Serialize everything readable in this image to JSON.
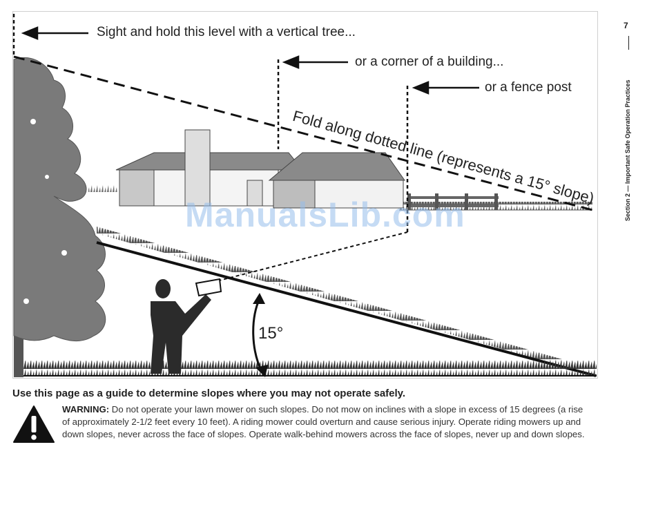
{
  "illustration": {
    "sight_label": "Sight and hold this level with a vertical tree...",
    "corner_label": "or a corner of a building...",
    "fence_label": "or a fence post",
    "fold_label": "Fold along dotted line (represents a 15° slope)",
    "angle_label": "15°"
  },
  "watermark": "ManualsLib.com",
  "side_tab": {
    "page_number": "7",
    "section_title": "Section 2 — Important Safe Operation Practices"
  },
  "caption": "Use this page as a guide to determine slopes where you may not operate safely.",
  "warning": {
    "label": "WARNING:",
    "text": " Do not operate your lawn mower on such slopes. Do not mow on inclines with a slope in excess of 15 degrees (a rise of approximately 2-1/2 feet every 10 feet).  A riding mower could overturn and cause serious injury. Operate riding mowers up and down slopes, never across the face of slopes. Operate walk-behind mowers across the face of slopes, never up and down slopes."
  }
}
